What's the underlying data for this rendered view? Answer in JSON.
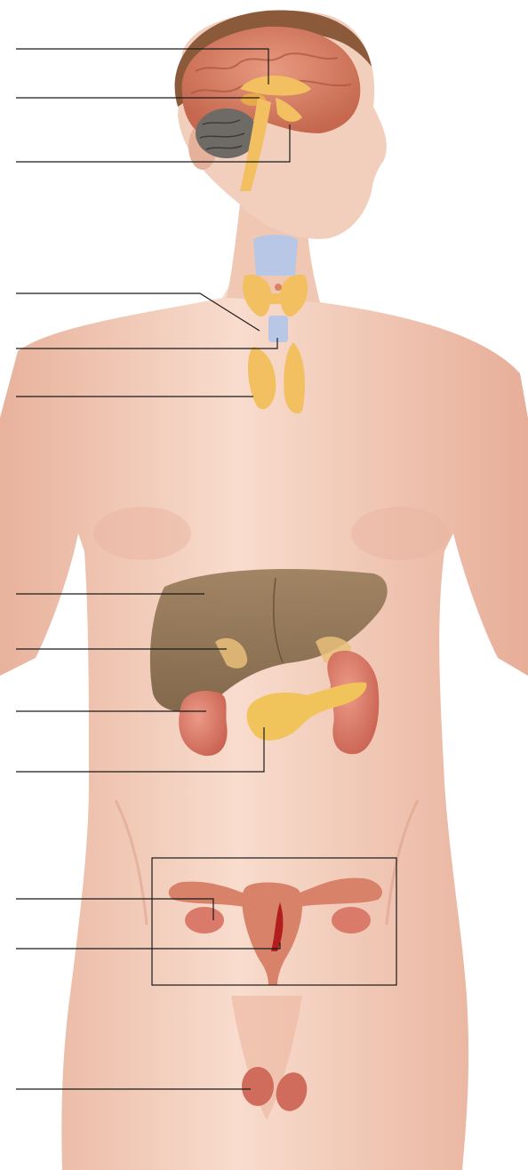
{
  "figure": {
    "colors": {
      "background": "#ffffff",
      "skin_light": "#f6d7c7",
      "skin_mid": "#eebba5",
      "skin_shadow": "#d99b86",
      "hair": "#8a5a3a",
      "brain": "#d9826a",
      "brain_fold": "#b9604d",
      "cerebellum": "#6e6a66",
      "gland_yellow": "#f2c060",
      "thyroid_cartilage": "#b9c7e6",
      "liver": "#8f7355",
      "kidney": "#d97a6a",
      "pancreas": "#f0c45a",
      "uterus": "#d9826a",
      "testis": "#d06c5c",
      "leader_line": "#1a1a1a"
    },
    "labels": [
      {
        "id": "label-1",
        "text": ""
      },
      {
        "id": "label-2",
        "text": ""
      },
      {
        "id": "label-3",
        "text": ""
      },
      {
        "id": "label-4",
        "text": ""
      },
      {
        "id": "label-5",
        "text": ""
      },
      {
        "id": "label-6",
        "text": ""
      },
      {
        "id": "label-7",
        "text": ""
      },
      {
        "id": "label-8",
        "text": ""
      },
      {
        "id": "label-9",
        "text": ""
      },
      {
        "id": "label-10",
        "text": ""
      },
      {
        "id": "label-11",
        "text": ""
      },
      {
        "id": "label-12",
        "text": ""
      },
      {
        "id": "label-13",
        "text": ""
      }
    ]
  }
}
